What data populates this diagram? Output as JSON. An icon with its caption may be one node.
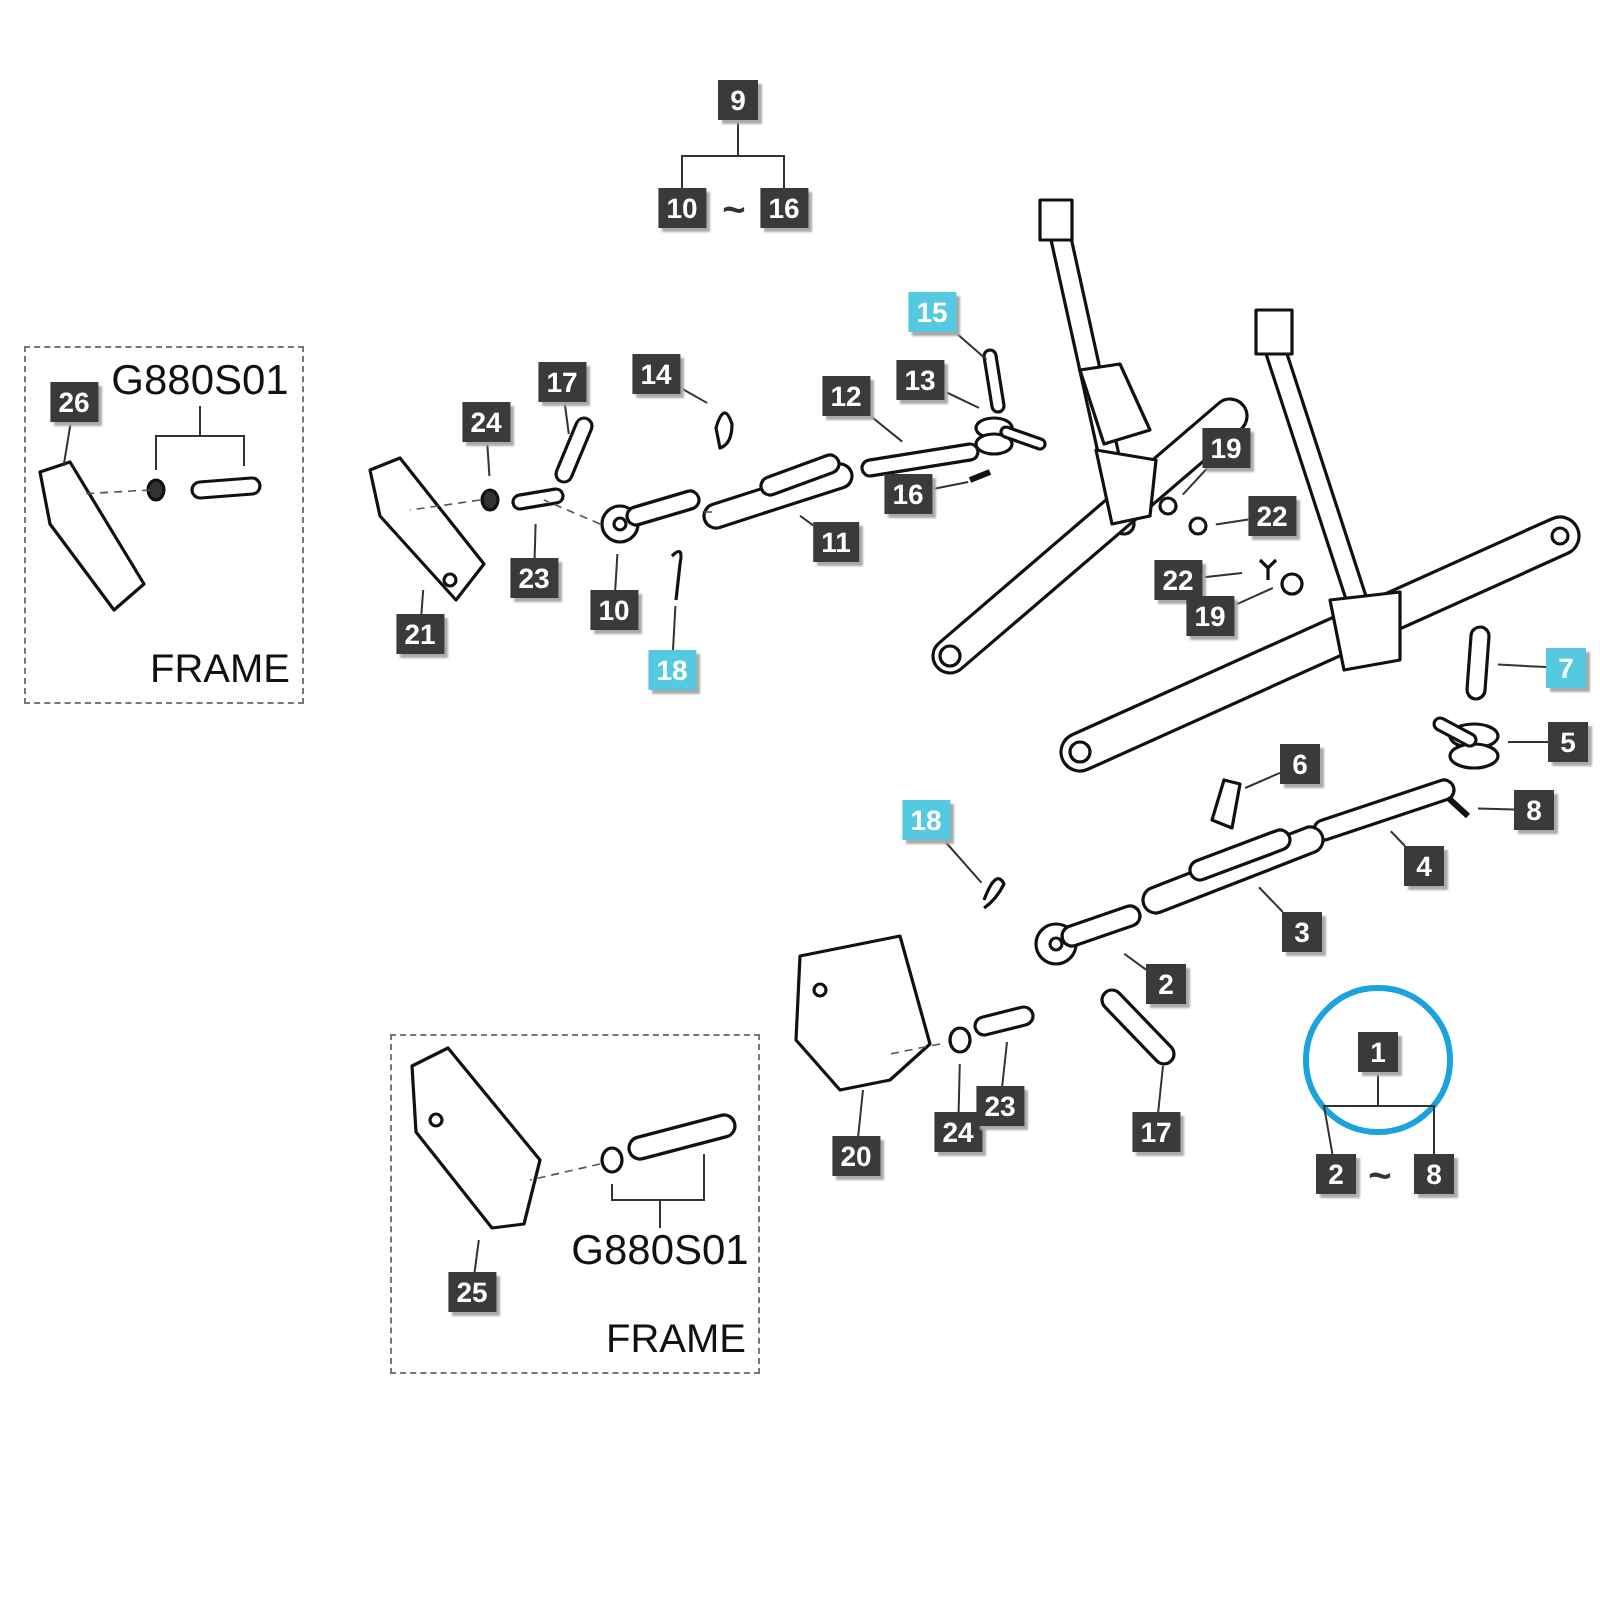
{
  "diagram": {
    "nodes": [
      {
        "text": [
          "9"
        ]
      },
      {
        "text": [
          "10"
        ]
      },
      {
        "text": [
          "16"
        ]
      },
      {
        "text": [
          "15"
        ]
      },
      {
        "text": [
          "FRAME"
        ]
      },
      {
        "text": [
          "26"
        ],
        "in": 4
      },
      {
        "text": [
          "G880S01"
        ],
        "in": 4
      },
      {
        "text": [
          "17"
        ]
      },
      {
        "text": [
          "14"
        ]
      },
      {
        "text": [
          "12"
        ]
      },
      {
        "text": [
          "13"
        ]
      },
      {
        "text": [
          "24"
        ]
      },
      {
        "text": [
          "16"
        ]
      },
      {
        "text": [
          "19"
        ]
      },
      {
        "text": [
          "22"
        ]
      },
      {
        "text": [
          "11"
        ]
      },
      {
        "text": [
          "23"
        ]
      },
      {
        "text": [
          "21"
        ]
      },
      {
        "text": [
          "10"
        ]
      },
      {
        "text": [
          "22"
        ]
      },
      {
        "text": [
          "19"
        ]
      },
      {
        "text": [
          "18"
        ]
      },
      {
        "text": [
          "7"
        ]
      },
      {
        "text": [
          "5"
        ]
      },
      {
        "text": [
          "6"
        ]
      },
      {
        "text": [
          "8"
        ]
      },
      {
        "text": [
          "18"
        ]
      },
      {
        "text": [
          "4"
        ]
      },
      {
        "text": [
          "3"
        ]
      },
      {
        "text": [
          "2"
        ]
      },
      {
        "text": [
          "1"
        ]
      },
      {
        "text": [
          "24"
        ]
      },
      {
        "text": [
          "23"
        ]
      },
      {
        "text": [
          "17"
        ]
      },
      {
        "text": [
          "20"
        ]
      },
      {
        "text": [
          "2"
        ]
      },
      {
        "text": [
          "8"
        ]
      },
      {
        "text": [
          "FRAME"
        ]
      },
      {
        "text": [
          "G880S01"
        ],
        "in": 37
      },
      {
        "text": [
          "25"
        ],
        "in": 37
      }
    ],
    "edges": [
      {
        "from": 0,
        "to": 1,
        "arrow": "none"
      },
      {
        "from": 0,
        "to": 2,
        "arrow": "none"
      },
      {
        "from": 30,
        "to": 35,
        "arrow": "none"
      },
      {
        "from": 30,
        "to": 36,
        "arrow": "none"
      },
      {
        "from": 3,
        "to": null,
        "arrow": "none"
      },
      {
        "from": 6,
        "to": null,
        "arrow": "none"
      },
      {
        "from": 6,
        "to": null,
        "arrow": "none"
      },
      {
        "from": 5,
        "to": null,
        "arrow": "none"
      },
      {
        "from": 7,
        "to": null,
        "arrow": "none"
      },
      {
        "from": 8,
        "to": null,
        "arrow": "none"
      },
      {
        "from": 9,
        "to": null,
        "arrow": "none"
      },
      {
        "from": 10,
        "to": null,
        "arrow": "none"
      },
      {
        "from": 11,
        "to": null,
        "arrow": "none"
      },
      {
        "from": 12,
        "to": null,
        "arrow": "none"
      },
      {
        "from": 13,
        "to": null,
        "arrow": "none"
      },
      {
        "from": 14,
        "to": null,
        "arrow": "none"
      },
      {
        "from": 15,
        "to": null,
        "arrow": "none"
      },
      {
        "from": 16,
        "to": null,
        "arrow": "none"
      },
      {
        "from": 17,
        "to": null,
        "arrow": "none"
      },
      {
        "from": 18,
        "to": null,
        "arrow": "none"
      },
      {
        "from": 19,
        "to": null,
        "arrow": "none"
      },
      {
        "from": 20,
        "to": null,
        "arrow": "none"
      },
      {
        "from": 21,
        "to": null,
        "arrow": "none"
      },
      {
        "from": 22,
        "to": null,
        "arrow": "none"
      },
      {
        "from": 23,
        "to": null,
        "arrow": "none"
      },
      {
        "from": 24,
        "to": null,
        "arrow": "none"
      },
      {
        "from": 25,
        "to": null,
        "arrow": "none"
      },
      {
        "from": 26,
        "to": null,
        "arrow": "none"
      },
      {
        "from": 27,
        "to": null,
        "arrow": "none"
      },
      {
        "from": 28,
        "to": null,
        "arrow": "none"
      },
      {
        "from": 29,
        "to": null,
        "arrow": "none"
      },
      {
        "from": 31,
        "to": null,
        "arrow": "none"
      },
      {
        "from": 32,
        "to": null,
        "arrow": "none"
      },
      {
        "from": 33,
        "to": null,
        "arrow": "none"
      },
      {
        "from": 34,
        "to": null,
        "arrow": "none"
      },
      {
        "from": 38,
        "to": null,
        "arrow": "none"
      },
      {
        "from": 38,
        "to": null,
        "arrow": "none"
      },
      {
        "from": 39,
        "to": null,
        "arrow": "none"
      }
    ],
    "labels": [
      "~",
      "~"
    ]
  }
}
